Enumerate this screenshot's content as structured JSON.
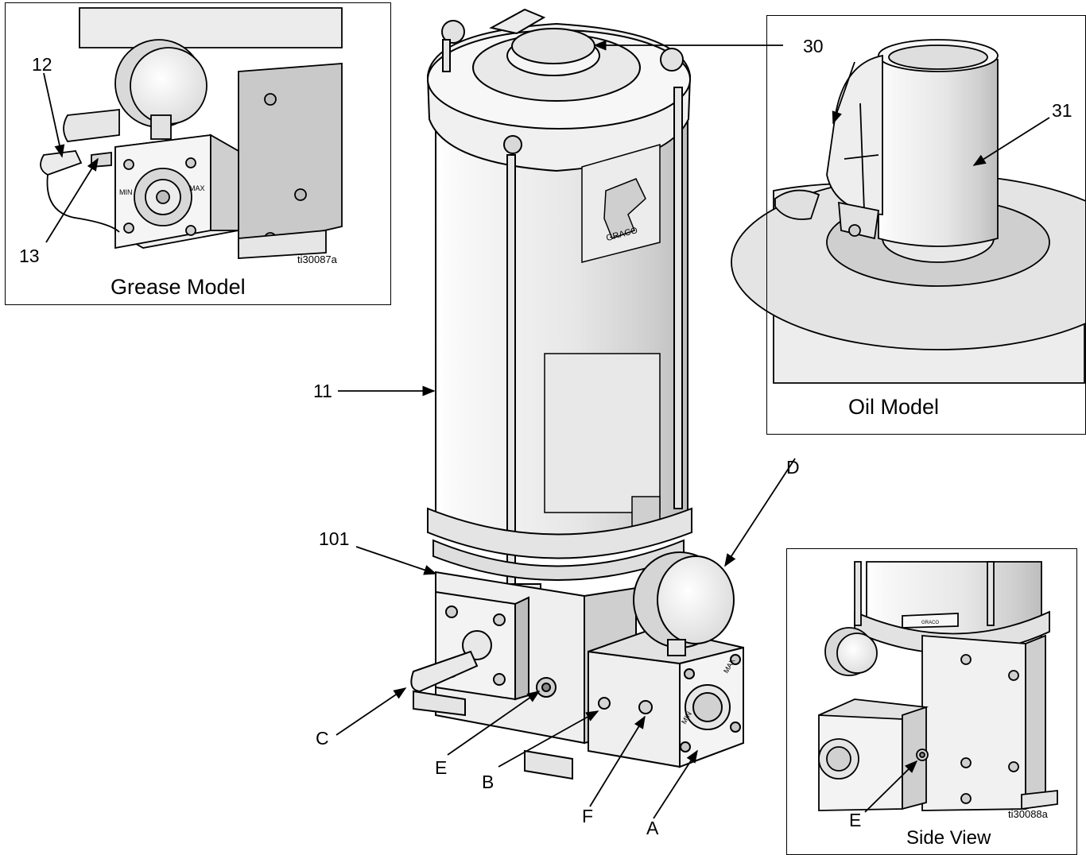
{
  "main_callouts": {
    "c11": "11",
    "c101": "101",
    "c30": "30",
    "c31": "31",
    "cA": "A",
    "cB": "B",
    "cC": "C",
    "cD": "D",
    "cE": "E",
    "cF": "F"
  },
  "grease_inset": {
    "caption": "Grease Model",
    "figure_id": "ti30087a",
    "callout_12": "12",
    "callout_13": "13",
    "gauge_max": "MAX",
    "gauge_min": "MIN"
  },
  "oil_inset": {
    "caption": "Oil Model"
  },
  "side_inset": {
    "caption": "Side View",
    "figure_id": "ti30088a",
    "callout_E": "E",
    "label_brand": "GRACO"
  },
  "reservoir": {
    "brand": "GRACO",
    "gauge_max": "MAX",
    "gauge_min": "MIN"
  },
  "colors": {
    "line": "#000000",
    "body": "#f2f2f2",
    "shade": "#d6d6d6",
    "dark_shade": "#a9a9a9"
  }
}
